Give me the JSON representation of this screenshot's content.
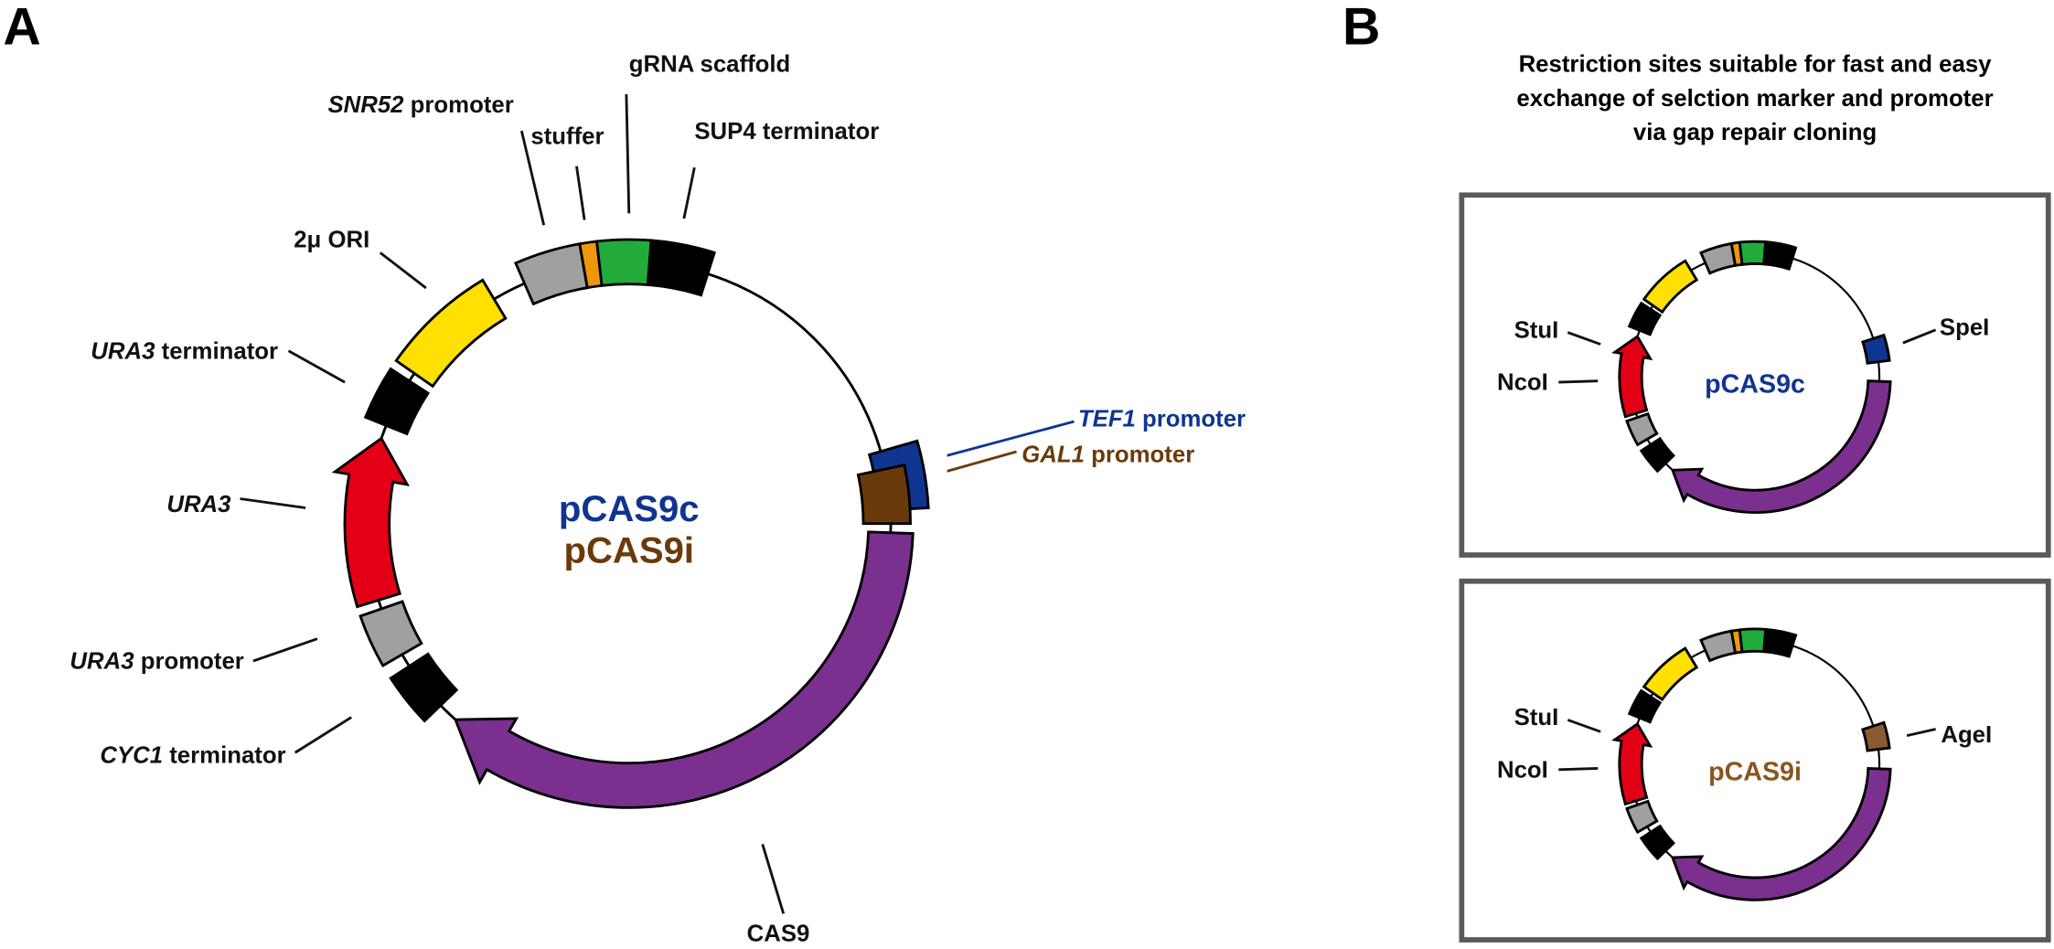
{
  "panel_a": {
    "letter": "A",
    "center_labels": [
      {
        "text": "pCAS9c",
        "color": "#0f3591"
      },
      {
        "text": "pCAS9i",
        "color": "#6b3a0a"
      }
    ],
    "labels": {
      "snr52_it": "SNR52",
      "snr52_rest": " promoter",
      "stuffer": "stuffer",
      "grna": "gRNA scaffold",
      "sup4": "SUP4 terminator",
      "ori": "2μ ORI",
      "ura3term_it": "URA3",
      "ura3term_rest": " terminator",
      "ura3": "URA3",
      "ura3prom_it": "URA3",
      "ura3prom_rest": " promoter",
      "cyc1_it": "CYC1",
      "cyc1_rest": " terminator",
      "cas9": "CAS9",
      "tef1_it": "TEF1",
      "tef1_rest": " promoter",
      "gal1_it": "GAL1",
      "gal1_rest": " promoter"
    }
  },
  "panel_b": {
    "letter": "B",
    "title_lines": [
      "Restriction sites suitable for fast and easy",
      "exchange of selction marker and promoter",
      "via gap repair cloning"
    ],
    "maps": [
      {
        "name": "pCAS9c",
        "color": "#0f3591",
        "promoter": "tef1",
        "sites": {
          "stu": "StuI",
          "nco": "NcoI",
          "right": "SpeI"
        }
      },
      {
        "name": "pCAS9i",
        "color": "#8a5520",
        "promoter": "gal1",
        "sites": {
          "stu": "StuI",
          "nco": "NcoI",
          "right": "AgeI"
        }
      }
    ]
  },
  "colors": {
    "promoter_gray": "#a0a0a0",
    "stuffer": "#f0960a",
    "grna": "#22aa3a",
    "terminator": "#000000",
    "ori": "#ffe000",
    "ura3": "#e30016",
    "cas9": "#7b2f8e",
    "tef1": "#0f3591",
    "gal1": "#6b3a0a",
    "gal1_small": "#8a5a30",
    "box": "#5a5a5a"
  }
}
